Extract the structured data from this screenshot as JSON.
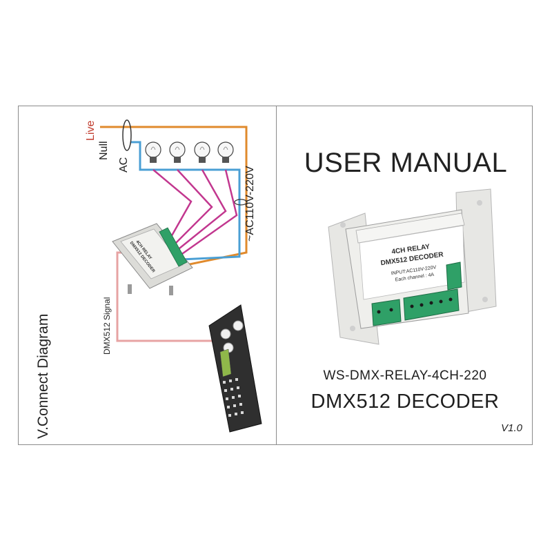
{
  "left_page": {
    "diagram_title": "V.Connect Diagram",
    "labels": {
      "live": "Live",
      "null": "Null",
      "ac": "AC",
      "voltage": "~AC110V-220V",
      "signal": "DMX512 Signal"
    },
    "device_label_lines": [
      "4CH RELAY",
      "DMX512 DECODER"
    ],
    "wire_colors": {
      "live": "#e08a2c",
      "null": "#4a9fd4",
      "relay": "#c2378f",
      "signal": "#e7a3a3"
    }
  },
  "right_page": {
    "title": "USER MANUAL",
    "device_label": {
      "line1": "4CH RELAY",
      "line2": "DMX512 DECODER",
      "line3": "INPUT:AC110V-220V",
      "line4": "Each channel : 4A"
    },
    "model_number": "WS-DMX-RELAY-4CH-220",
    "product_name": "DMX512 DECODER",
    "version": "V1.0"
  }
}
